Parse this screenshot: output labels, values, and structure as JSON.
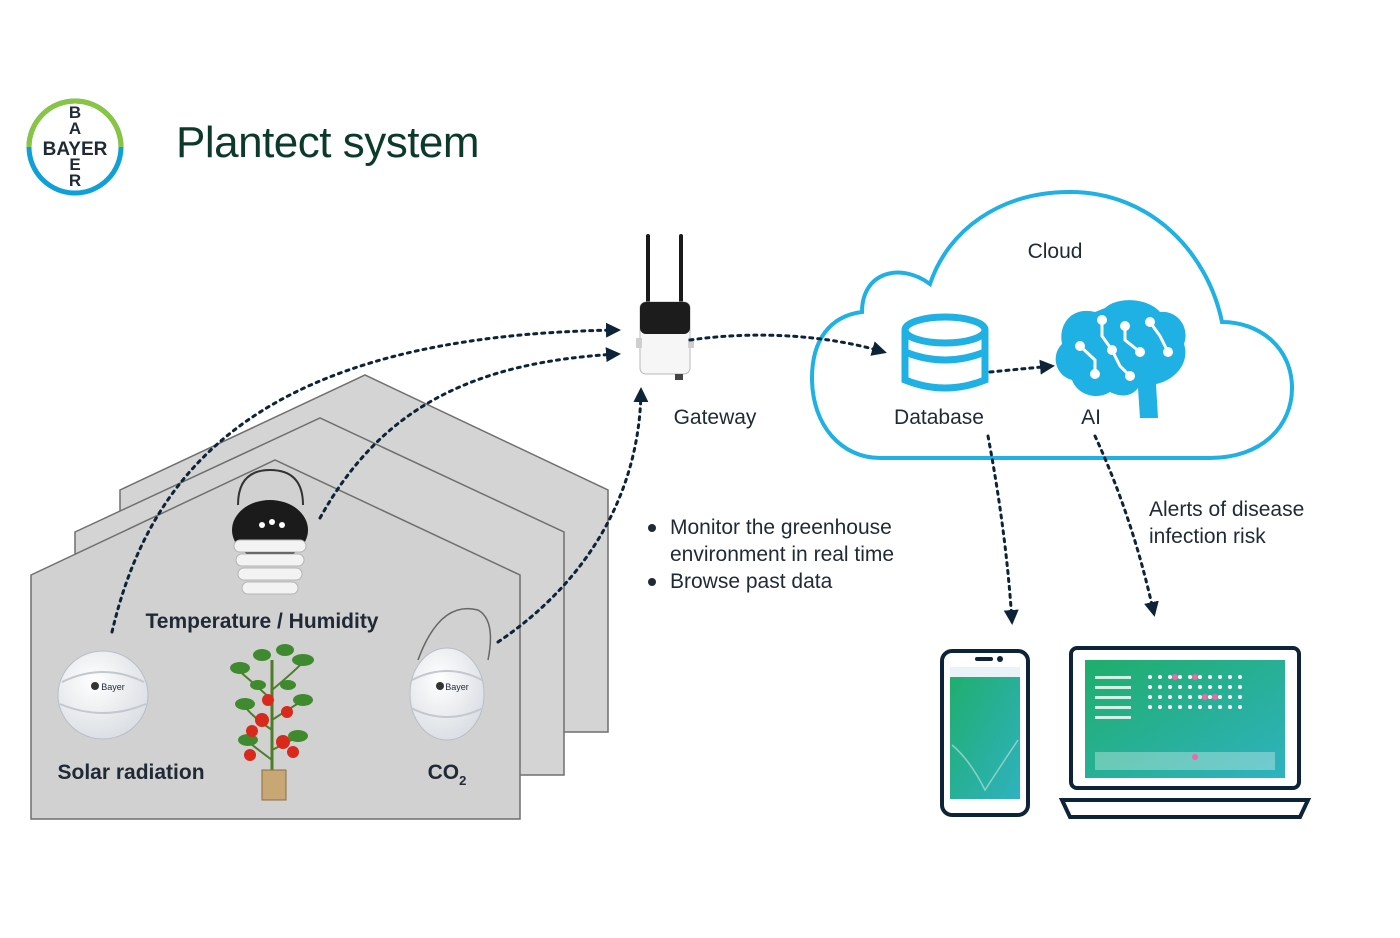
{
  "title": "Plantect system",
  "logo": {
    "text_horizontal": "BAYER",
    "text_vertical": "BAYER",
    "ring_colors": [
      "#89c540",
      "#10a0d8"
    ]
  },
  "sensors": {
    "temp_humidity": "Temperature / Humidity",
    "solar": "Solar radiation",
    "co2_main": "CO",
    "co2_sub": "2",
    "brand": "Bayer"
  },
  "gateway": {
    "label": "Gateway"
  },
  "cloud": {
    "label": "Cloud",
    "database": "Database",
    "ai": "AI"
  },
  "features": [
    "Monitor the greenhouse environment in real time",
    "Browse past data"
  ],
  "alerts": "Alerts of disease infection risk",
  "colors": {
    "cloud": "#1fb0e4",
    "arrow": "#0d2438",
    "house": "#d4d4d4",
    "device": "#0d2438"
  }
}
